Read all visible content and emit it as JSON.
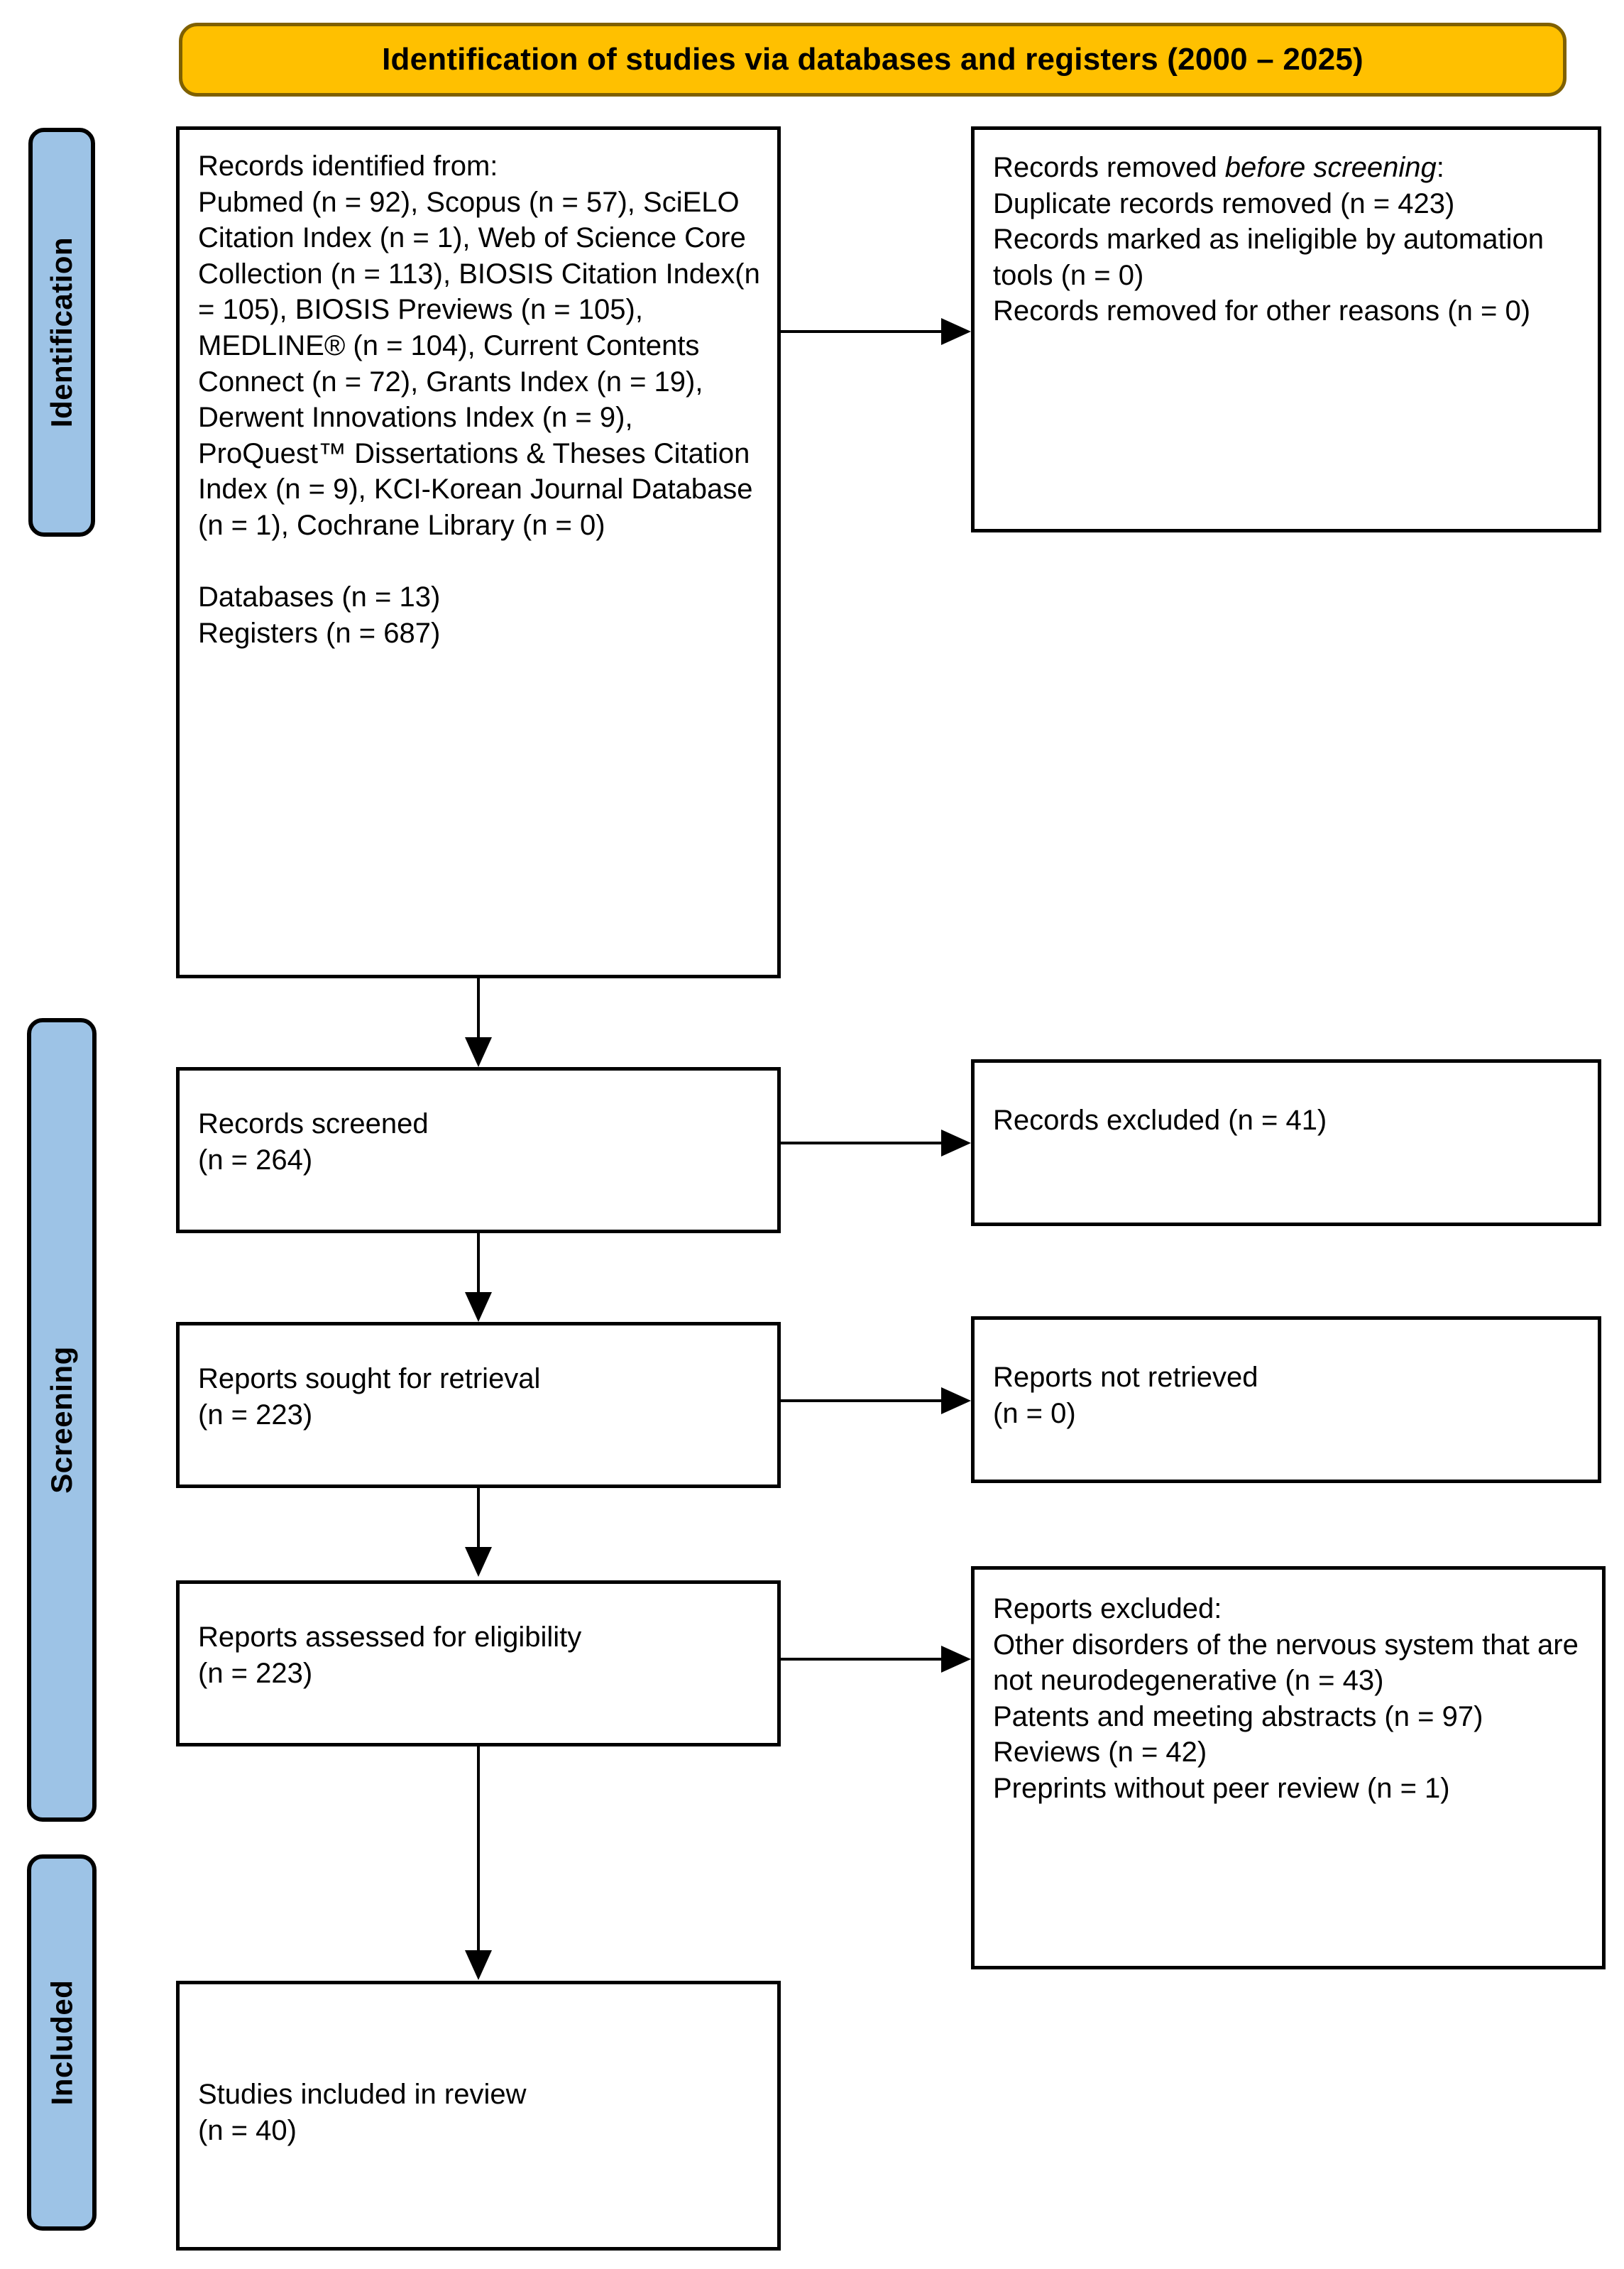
{
  "banner": {
    "title": "Identification of studies via databases and registers (2000 – 2025)",
    "background_color": "#FFC000",
    "border_color": "#7F6000"
  },
  "stages": {
    "rail_color": "#9DC3E6",
    "items": [
      {
        "id": "identification",
        "label": "Identification"
      },
      {
        "id": "screening",
        "label": "Screening"
      },
      {
        "id": "included",
        "label": "Included"
      }
    ]
  },
  "boxes": {
    "identified": {
      "name": "Records identified from",
      "text": "Records identified from:\nPubmed (n = 92), Scopus (n = 57), SciELO Citation Index (n = 1), Web of Science Core Collection (n = 113), BIOSIS Citation Index(n = 105), BIOSIS Previews (n = 105), MEDLINE® (n = 104), Current Contents Connect (n = 72), Grants Index (n = 19), Derwent Innovations Index (n = 9), ProQuest™ Dissertations & Theses Citation Index (n = 9), KCI-Korean Journal Database (n = 1), Cochrane Library (n = 0)\n\nDatabases (n = 13)\nRegisters (n = 687)"
    },
    "removed_before_screening": {
      "name": "Records removed before screening",
      "heading": "Records removed ",
      "heading_italic": "before screening",
      "heading_suffix": ":",
      "lines": [
        "Duplicate records removed (n = 423)",
        "Records marked as ineligible by automation tools (n = 0)",
        "Records removed for other reasons (n = 0)"
      ]
    },
    "screened": {
      "name": "Records screened",
      "text": "Records screened\n(n = 264)"
    },
    "records_excluded": {
      "name": "Records excluded",
      "text": "Records excluded (n = 41)"
    },
    "sought": {
      "name": "Reports sought for retrieval",
      "text": "Reports sought for retrieval\n(n = 223)"
    },
    "not_retrieved": {
      "name": "Reports not retrieved",
      "text": "Reports not retrieved\n(n = 0)"
    },
    "assessed": {
      "name": "Reports assessed for eligibility",
      "text": "Reports assessed for eligibility\n(n = 223)"
    },
    "reports_excluded": {
      "name": "Reports excluded",
      "text": "Reports excluded:\nOther disorders of the nervous system that are not neurodegenerative (n = 43)\nPatents and meeting abstracts (n = 97)\nReviews (n = 42)\nPreprints without peer review (n = 1)"
    },
    "included": {
      "name": "Studies included in review",
      "text": "Studies included in review\n(n = 40)"
    }
  },
  "counts": {
    "pubmed": 92,
    "scopus": 57,
    "scielo_citation_index": 1,
    "web_of_science_core_collection": 113,
    "biosis_citation_index": 105,
    "biosis_previews": 105,
    "medline": 104,
    "current_contents_connect": 72,
    "grants_index": 19,
    "derwent_innovations_index": 9,
    "proquest_dissertations_theses": 9,
    "kci_korean_journal_database": 1,
    "cochrane_library": 0,
    "databases": 13,
    "registers": 687,
    "duplicates_removed": 423,
    "ineligible_by_automation": 0,
    "removed_other_reasons": 0,
    "records_screened": 264,
    "records_excluded": 41,
    "reports_sought": 223,
    "reports_not_retrieved": 0,
    "reports_assessed": 223,
    "excluded_other_disorders": 43,
    "excluded_patents_abstracts": 97,
    "excluded_reviews": 42,
    "excluded_preprints": 1,
    "studies_included": 40
  }
}
